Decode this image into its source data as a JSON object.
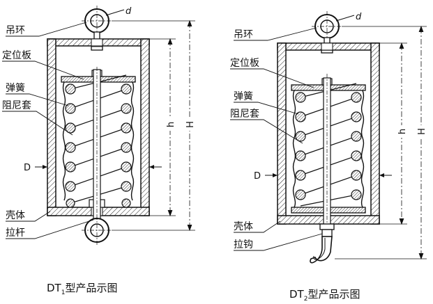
{
  "left_figure": {
    "caption_prefix": "DT",
    "caption_sub": "1",
    "caption_suffix": "型产品示图",
    "labels": {
      "lifting_ring": "吊环",
      "positioning_plate": "定位板",
      "spring": "弹簧",
      "damping_sleeve": "阻尼套",
      "shell": "壳体",
      "pull_rod": "拉杆"
    },
    "dimensions": {
      "ring_diameter": "d",
      "inner_length": "h",
      "overall_length": "H",
      "diameter": "D"
    }
  },
  "right_figure": {
    "caption_prefix": "DT",
    "caption_sub": "2",
    "caption_suffix": "型产品示图",
    "labels": {
      "lifting_ring": "吊环",
      "positioning_plate": "定位板",
      "spring": "弹簧",
      "damping_sleeve": "阻尼套",
      "shell": "壳体",
      "pull_hook": "拉钩"
    },
    "dimensions": {
      "ring_diameter": "d",
      "inner_length": "h",
      "overall_length": "H",
      "diameter": "D"
    }
  }
}
